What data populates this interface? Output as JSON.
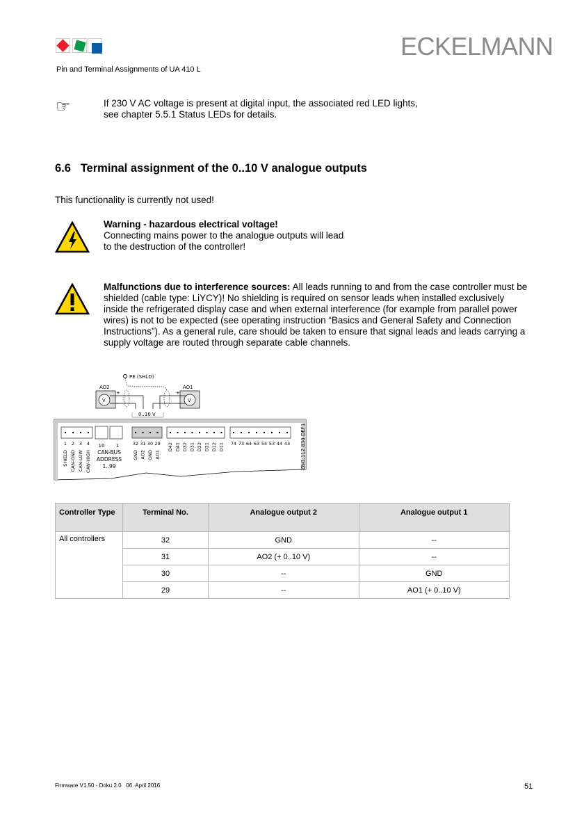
{
  "header": {
    "brand": "ECKELMANN",
    "subtitle": "Pin and Terminal Assignments of UA 410 L",
    "logo_colors": [
      "#e5202a",
      "#0a9a47",
      "#0a5aa8"
    ]
  },
  "note": {
    "line1": "If 230 V AC voltage is present at digital input, the associated red LED lights,",
    "line2": "see chapter 5.5.1 Status LEDs for details."
  },
  "section": {
    "number": "6.6",
    "title": "Terminal assignment of the 0..10 V analogue outputs"
  },
  "intro": "This functionality is currently not used!",
  "warning1": {
    "title": "Warning - hazardous electrical voltage!",
    "line1": "Connecting mains power to the analogue outputs will lead",
    "line2": "to the destruction of the controller!"
  },
  "warning2": {
    "title": "Malfunctions due to interference sources:",
    "text": " All leads running to and from the case controller must be shielded (cable type: LiYCY)! No shielding is required on sensor leads when installed exclusively inside the refrigerated display case and when external interference (for example from parallel power wires) is not to be expected (see operating instruction “Basics and General Safety and Connection Instructions”). As a general rule, care should be taken to ensure that signal leads and leads carrying a supply voltage are routed through separate cable channels."
  },
  "diagram": {
    "pe": "PE (SHLD)",
    "ao2": "AO2",
    "ao1": "AO1",
    "v": "V",
    "plus": "+",
    "minus": "-",
    "range": "0..10 V",
    "can_pins": [
      "1",
      "2",
      "3",
      "4"
    ],
    "can_labels": [
      "SHIELD",
      "CAN-GND",
      "CAN-LOW",
      "CAN-HIGH"
    ],
    "rot1": "10",
    "rot2": "1",
    "can_bus": "CAN-BUS",
    "address": "ADDRESS",
    "addr_range": "1..99",
    "ao_pins": [
      "32",
      "31",
      "30",
      "29"
    ],
    "ao_labels": [
      "GND",
      "AO2",
      "GND",
      "AO1"
    ],
    "di_labels": [
      "D42",
      "D41",
      "D32",
      "D31",
      "D22",
      "D21",
      "D12",
      "D11"
    ],
    "relay_pins": [
      "74",
      "73",
      "64",
      "63",
      "54",
      "53",
      "44",
      "43"
    ],
    "drawing_no": "ZNG:112 830 DEF1"
  },
  "table": {
    "headers": [
      "Controller Type",
      "Terminal No.",
      "Analogue output 2",
      "Analogue output 1"
    ],
    "controller": "All controllers",
    "rows": [
      [
        "32",
        "GND",
        "--"
      ],
      [
        "31",
        "AO2 (+ 0..10 V)",
        "--"
      ],
      [
        "30",
        "--",
        "GND"
      ],
      [
        "29",
        "--",
        "AO1 (+ 0..10 V)"
      ]
    ]
  },
  "footer": {
    "left": "Firmware V1.50 - Doku 2.0   06. April 2016",
    "page": "51"
  }
}
